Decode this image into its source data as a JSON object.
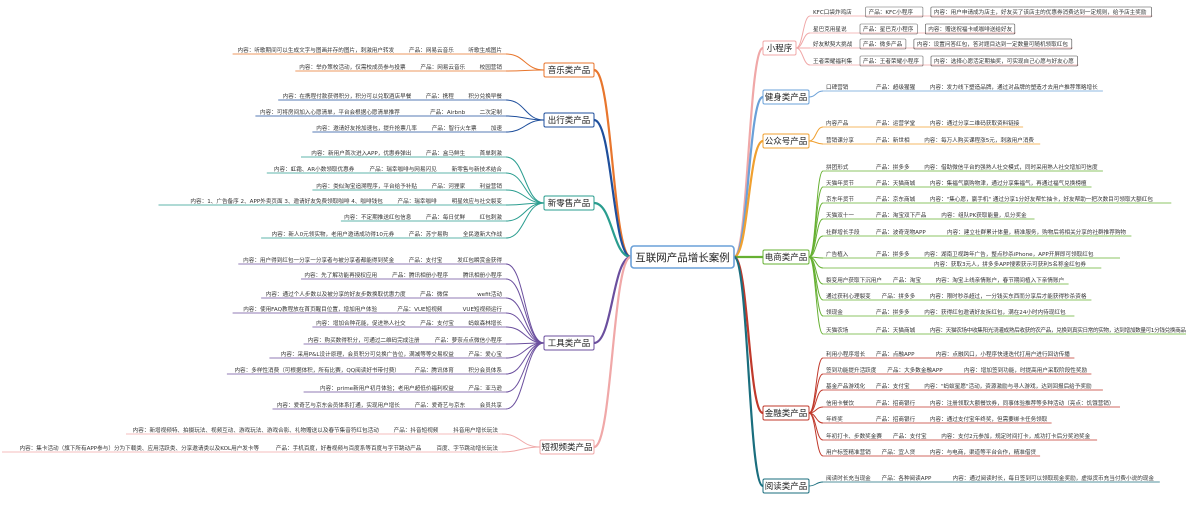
{
  "root": "互联网产品增长案例",
  "colors": {
    "root_border": "#6aa0d8",
    "music": "#e8762d",
    "travel": "#1f4f9c",
    "retail": "#2a9d8f",
    "tools": "#6b4f9e",
    "video": "#f0a8a8",
    "mini": "#f0a8a8",
    "fitness": "#6aa0d8",
    "official": "#f0a030",
    "ecommerce": "#66b032",
    "finance": "#c0392b",
    "reading": "#1a6e7e"
  },
  "left_branches": [
    {
      "id": "music",
      "label": "音乐类产品",
      "items": [
        [
          "内容：听歌期间可以生成文字与图画并存的图片，刺激用户转发",
          "产品：网易云音乐",
          "听歌生成图片"
        ],
        [
          "内容：举办策校活动，仅需校成员参与投票",
          "产品：网易云音乐",
          "校园营销"
        ]
      ]
    },
    {
      "id": "travel",
      "label": "出行类产品",
      "items": [
        [
          "内容：在携程付款获得积分，积分可以兑取酒店早餐",
          "产品：携程",
          "积分兑换早餐"
        ],
        [
          "内容：可将房间加入心愿清单，平台会根据心愿清单推荐",
          "产品：Airbnb",
          "二次定制"
        ],
        [
          "内容：邀请好友抢加速包，提升抢票几率",
          "产品：智行火车票",
          "加速"
        ]
      ]
    },
    {
      "id": "retail",
      "label": "新零售产品",
      "items": [
        [
          "内容：新用户首次进入APP，优惠券弹出",
          "产品：盒马鲜生",
          "首单刺激"
        ],
        [
          "内容：虹霜、AR小数领取优惠券",
          "产品：瑞幸咖啡与网易闪见",
          "新零售与新技术结合"
        ],
        [
          "内容：类似淘宝追溯程序，平台给予补贴",
          "产品：河狸家",
          "利益营销"
        ],
        [
          "内容：1、广告备序 2、APP外卖页面 3、邀请好友免费领取咖啡 4、咖啡钱包",
          "产品：瑞幸咖啡",
          "明星效应与社交裂变"
        ],
        [
          "内容：不定期推送红包信息",
          "产品：每日优鲜",
          "红包刺激"
        ],
        [
          "内容：新人0元领实物，老用户邀请成功得10元券",
          "产品：苏宁易购",
          "全民邀新大作战"
        ]
      ]
    },
    {
      "id": "tools",
      "label": "工具类产品",
      "items": [
        [
          "内容：用户得到红包一分享一分享者与被分享者都能得到奖金",
          "产品：支付宝",
          "发红包瞬赏金获得"
        ],
        [
          "内容：先了解功能再授权应用",
          "产品：腾讯相册小程序",
          "腾讯相册小程序"
        ],
        [
          "内容：通过个人步数以及被分享的好友步数换取优惠力度",
          "产品：微保",
          "wefit活动"
        ],
        [
          "内容：使用FAQ教程放在首页醒目位置，增加用户体验",
          "产品：VUE短视频",
          "VUE短视频运行"
        ],
        [
          "内容：增加合种花能，促进熟人社交",
          "产品：支付宝",
          "蚂蚁森林增长"
        ],
        [
          "内容：购买数得积分，可通过二维码完成注册",
          "产品：萝奈点点微信小程序",
          ""
        ],
        [
          "内容：采用P&L设计原理，会员积分可兑换广告位，满减等等交易权益",
          "产品：爱心宝",
          ""
        ],
        [
          "内容：多样性消费（可根据体积，所有比赛，QQ阅读好书带付费）",
          "产品：腾讯体育",
          "积分会员体系"
        ],
        [
          "内容：prime新用户初月体验；老用户超低价福利权益",
          "产品：亚马逊",
          ""
        ],
        [
          "内容：爱奇艺与京东会员体系打通，实现用户增长",
          "产品：爱奇艺与京东",
          "会员共享"
        ]
      ]
    },
    {
      "id": "video",
      "label": "短视频类产品",
      "items": [
        [
          "内容：新增视频特、拍摄玩法、视频互动、游戏玩法、游戏合影、礼物赠送以及春节集音符红包活动",
          "产品：抖音短视频",
          "抖音用户增长玩法"
        ],
        [
          "内容：集卡活动（旗下所有APP参与）分为下载类、应用活跃类、分享邀请类以及KOL用户发卡等",
          "产品：手机百度，好看视频与百度系等百度与字节跳动产品",
          "百度、字节跳动增长玩法"
        ]
      ]
    }
  ],
  "right_branches": [
    {
      "id": "mini",
      "label": "小程序",
      "items": [
        [
          "KFC口袋炸鸡店",
          "产品：KFC小程序",
          "内容：用户申请成为店主，好友买了该店主的优惠券消费达到一定规则，给予店主奖励"
        ],
        [
          "星巴克用星说",
          "产品：星巴克小程序",
          "内容：赠送祝福卡或咖啡送给好友"
        ],
        [
          "好友默契大挑战",
          "产品：微多产品",
          "内容：设置问答红包，答对题目达到一定数量可随机领取红包"
        ],
        [
          "王者荣耀福利集",
          "产品：王者荣耀小程序",
          "内容：选择心愿活定期抽奖，可实现自己心愿与好友心愿"
        ]
      ]
    },
    {
      "id": "fitness",
      "label": "健身类产品",
      "items": [
        [
          "口碑营销",
          "产品：超级猩猩",
          "内容：发力线下塑造品牌，通过对品牌的塑造才去用户推荐策略增长"
        ]
      ]
    },
    {
      "id": "official",
      "label": "公众号产品",
      "items": [
        [
          "内容产品",
          "产品：运营学堂",
          "内容：通过分享二维码获取资料链接"
        ],
        [
          "营销课分享",
          "产品：新世相",
          "内容：每万人购买课程涨5元，刺激用户消费"
        ]
      ]
    },
    {
      "id": "ecommerce",
      "label": "电商类产品",
      "items": [
        [
          "拼团形式",
          "产品：拼多多",
          "内容：借助微信平台的强熟人社交模式，同时采用熟人社交增加可信度"
        ],
        [
          "天猫年货节",
          "产品：天猫商城",
          "内容：集福气赢购物津，通过分享集福气，再通过福气兑换榜檀"
        ],
        [
          "京东年货节",
          "产品：京东商城",
          "内容：\"集心愿，赢手机\" 通过分享1分好友帮忙抽卡，好友帮助一把次数目可领取大额红包"
        ],
        [
          "天猫双十一",
          "产品：淘宝双下产品",
          "内容：组队PK获取能量，瓜分奖金"
        ],
        [
          "社群增长手段",
          "产品：波奇宠物APP",
          "内容：建立社群累计体量，精准服务，购物后将相关分享的社群推荐购物"
        ],
        [
          "广告植入",
          "产品：拼多多",
          "内容：湖南卫视跨年广告，整点秒杀iPhone，APP开屏即可领取红包"
        ],
        [
          "",
          "",
          "内容：获取3元人，拼多多APP搜索获示可获利5名称金红包券"
        ],
        [
          "裂变用户获取下沉用户",
          "产品：淘宝",
          "内容：淘宝上线亲情账户，春节期间植入下亲情账户"
        ],
        [
          "通过获利心理裂变",
          "产品：拼多多",
          "内容：限时秒杀超过，一分钱买东西而分享后才能获得秒杀资格"
        ],
        [
          "领现金",
          "产品：拼多多",
          "内容：获得红包邀请好友拆红包，满在24小时内待现红包"
        ],
        [
          "天猫农场",
          "产品：天猫商城",
          "内容：天猫农场中收集阳光浇灌成熟后收获的农产品，兑换到真实日常的实物，达到增加数量可1分钱兑换商品"
        ]
      ]
    },
    {
      "id": "finance",
      "label": "金融类产品",
      "items": [
        [
          "利用小程序增长",
          "产品：点融APP",
          "内容：点融风口，小程序快速迭代打用户进行回访传播"
        ],
        [
          "签到功能提升活跃度",
          "产品：大多数金融APP",
          "内容：增加签到功能，时提高用户采取阶段性奖励"
        ],
        [
          "基金产品游戏化",
          "产品：支付宝",
          "内容：\"蚂蚁星愿\"活动，资源激励与寻人游戏，达到回报后给予奖励"
        ],
        [
          "信用卡餐饮",
          "产品：招商银行",
          "内容：注册领取大额餐饮券，同事体验推荐等多种活动（亮点：饥饿营销）"
        ],
        [
          "年终奖",
          "产品：招商银行",
          "内容：通过支付宝年终奖，但需要绑卡任务领取"
        ],
        [
          "年初打卡、步数奖金赛",
          "产品：支付宝",
          "内容：支付2元参加，规定时间打卡，成功打卡后分奖池奖金"
        ],
        [
          "用户标签精准营销",
          "产品：宜人贷",
          "内容：与电商，渠道等平台合作，精准借贷"
        ]
      ]
    },
    {
      "id": "reading",
      "label": "阅读类产品",
      "items": [
        [
          "阅读时长充当现金",
          "产品：各种阅读APP",
          "内容：通过阅读时长，每日签到可以领取现金奖励，虚拟货币充当付费小说的现金"
        ]
      ]
    }
  ]
}
